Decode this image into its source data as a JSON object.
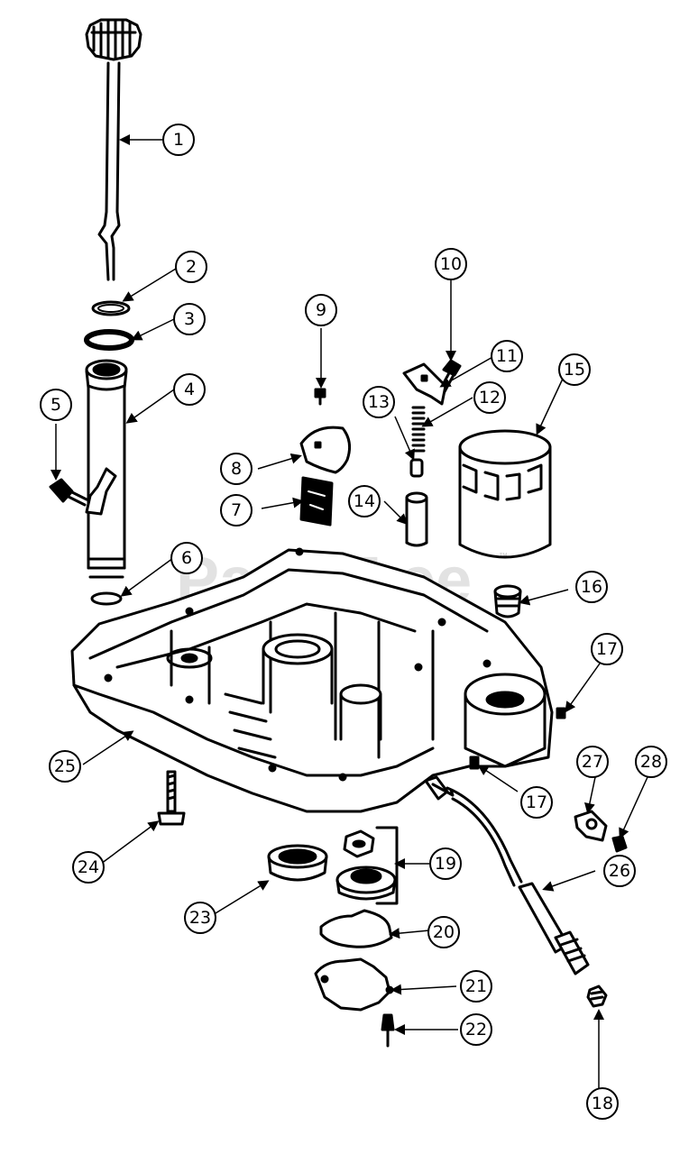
{
  "watermark": {
    "text": "PartsTree",
    "trademark": "™"
  },
  "callouts": [
    {
      "label": "1"
    },
    {
      "label": "2"
    },
    {
      "label": "3"
    },
    {
      "label": "4"
    },
    {
      "label": "5"
    },
    {
      "label": "6"
    },
    {
      "label": "7"
    },
    {
      "label": "8"
    },
    {
      "label": "9"
    },
    {
      "label": "10"
    },
    {
      "label": "11"
    },
    {
      "label": "12"
    },
    {
      "label": "13"
    },
    {
      "label": "14"
    },
    {
      "label": "15"
    },
    {
      "label": "16"
    },
    {
      "label": "17"
    },
    {
      "label": "17"
    },
    {
      "label": "18"
    },
    {
      "label": "19"
    },
    {
      "label": "20"
    },
    {
      "label": "21"
    },
    {
      "label": "22"
    },
    {
      "label": "23"
    },
    {
      "label": "24"
    },
    {
      "label": "25"
    },
    {
      "label": "26"
    },
    {
      "label": "27"
    },
    {
      "label": "28"
    }
  ]
}
